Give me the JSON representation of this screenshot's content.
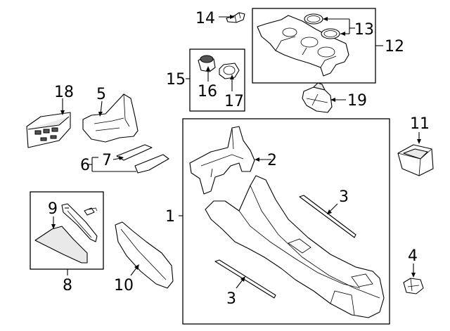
{
  "diagram": {
    "labels": {
      "l1": "1",
      "l2": "2",
      "l3a": "3",
      "l3b": "3",
      "l4": "4",
      "l5": "5",
      "l6": "6",
      "l7": "7",
      "l8": "8",
      "l9": "9",
      "l10": "10",
      "l11": "11",
      "l12": "12",
      "l13": "13",
      "l14": "14",
      "l15": "15",
      "l16": "16",
      "l17": "17",
      "l18": "18",
      "l19": "19"
    }
  }
}
